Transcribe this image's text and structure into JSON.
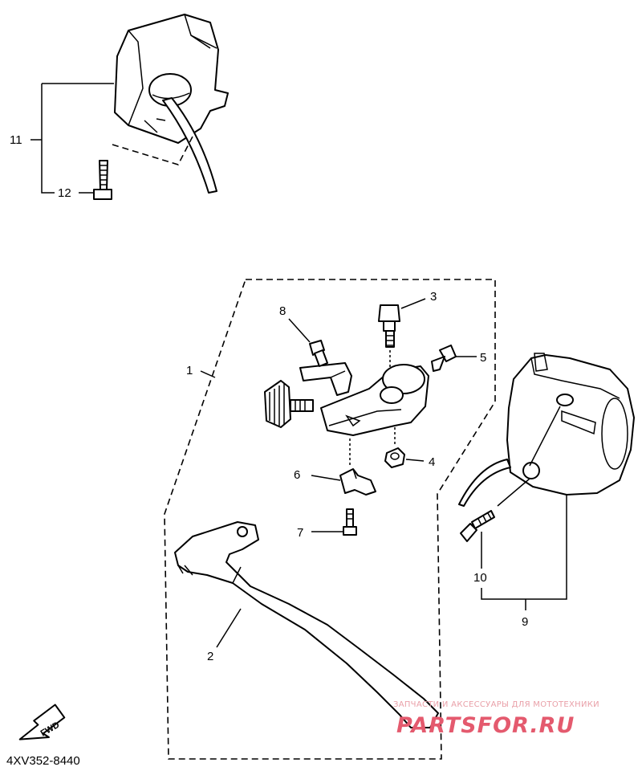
{
  "diagram": {
    "callouts": {
      "c1": "1",
      "c2": "2",
      "c3": "3",
      "c4": "4",
      "c5": "5",
      "c6": "6",
      "c7": "7",
      "c8": "8",
      "c9": "9",
      "c10": "10",
      "c11": "11",
      "c12": "12"
    },
    "fwd_label": "FWD",
    "drawing_code": "4XV352-8440"
  },
  "watermark": {
    "tagline": "ЗАПЧАСТИ И АКСЕССУАРЫ ДЛЯ МОТОТЕХНИКИ",
    "brand": "PARTSFOR.RU"
  },
  "colors": {
    "line": "#000000",
    "watermark": "#e45a6e",
    "background": "#ffffff"
  }
}
